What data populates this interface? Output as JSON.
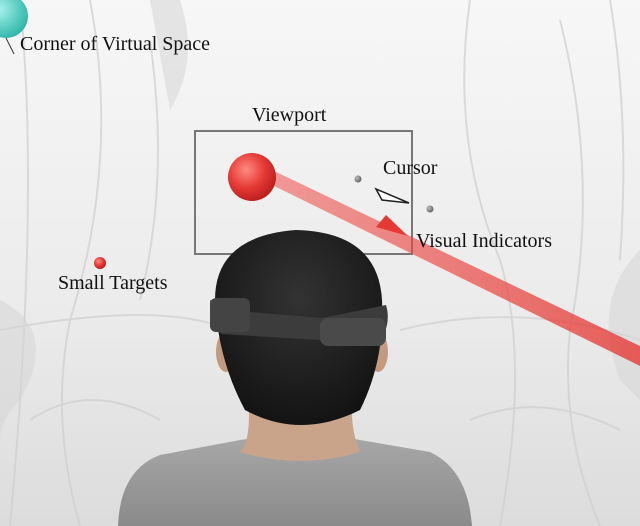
{
  "labels": {
    "corner": "Corner of Virtual Space",
    "viewport": "Viewport",
    "cursor": "Cursor",
    "visual_indicators": "Visual Indicators",
    "small_targets": "Small Targets"
  },
  "colors": {
    "backdrop": "#eeeeee",
    "target_red": "#e53935",
    "ray_red": "#ef5350",
    "corner_sphere": "#4fd1c5",
    "viewport_frame": "#777777",
    "shirt_gray": "#9e9e9e",
    "hair": "#1b1b1b",
    "headset": "#3a3a3a"
  }
}
